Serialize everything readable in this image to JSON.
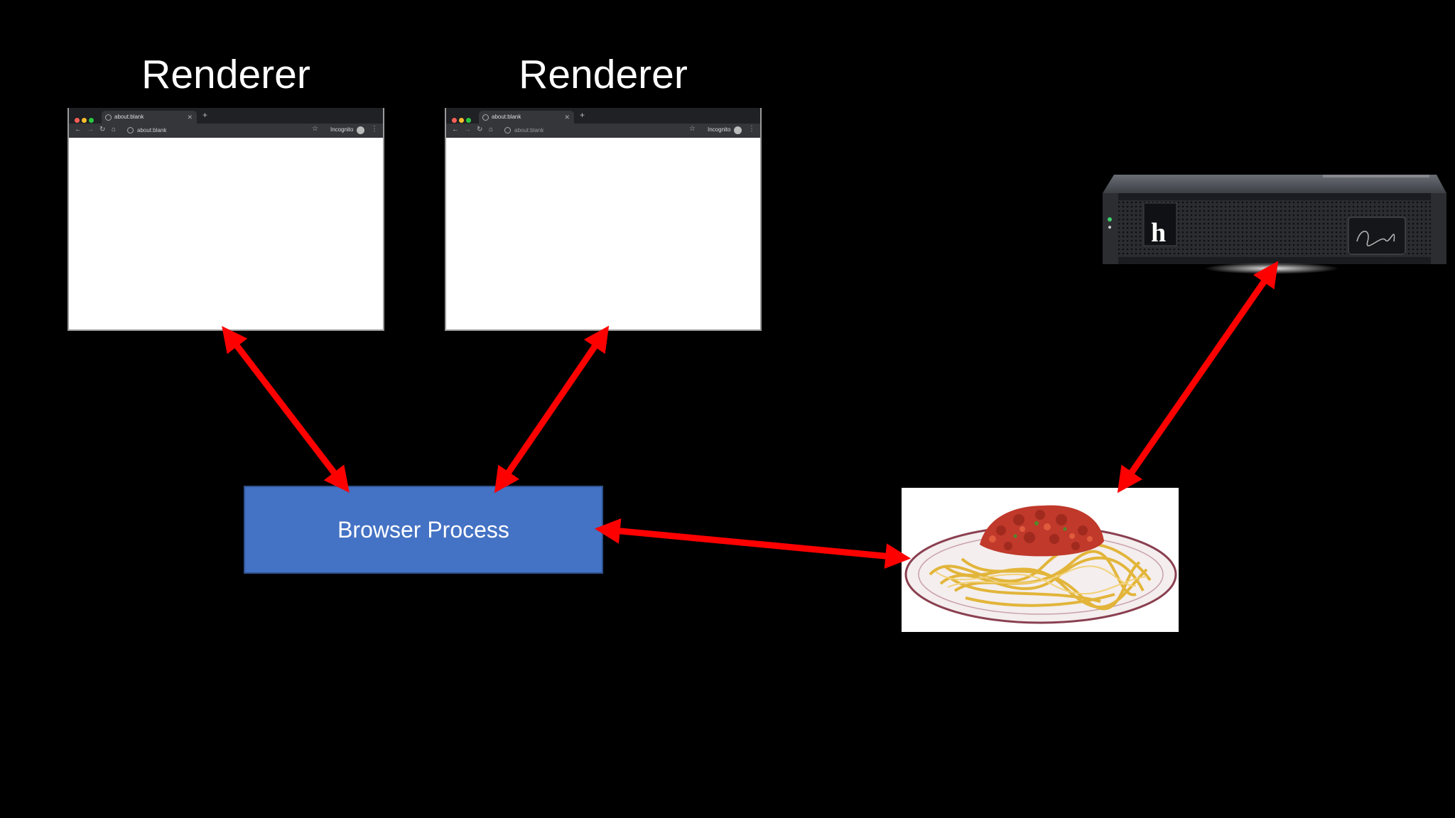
{
  "renderers": [
    {
      "label": "Renderer",
      "tab_title": "about:blank",
      "address": "about:blank",
      "incognito_label": "Incognito"
    },
    {
      "label": "Renderer",
      "tab_title": "about:blank",
      "address": "about:blank",
      "incognito_label": "Incognito"
    }
  ],
  "browser_process": {
    "label": "Browser Process"
  },
  "images": {
    "spaghetti": "spaghetti-plate-icon",
    "server": "rack-server-icon"
  },
  "colors": {
    "background": "#000000",
    "arrow": "#ff0000",
    "browser_process_fill": "#4472c4"
  }
}
